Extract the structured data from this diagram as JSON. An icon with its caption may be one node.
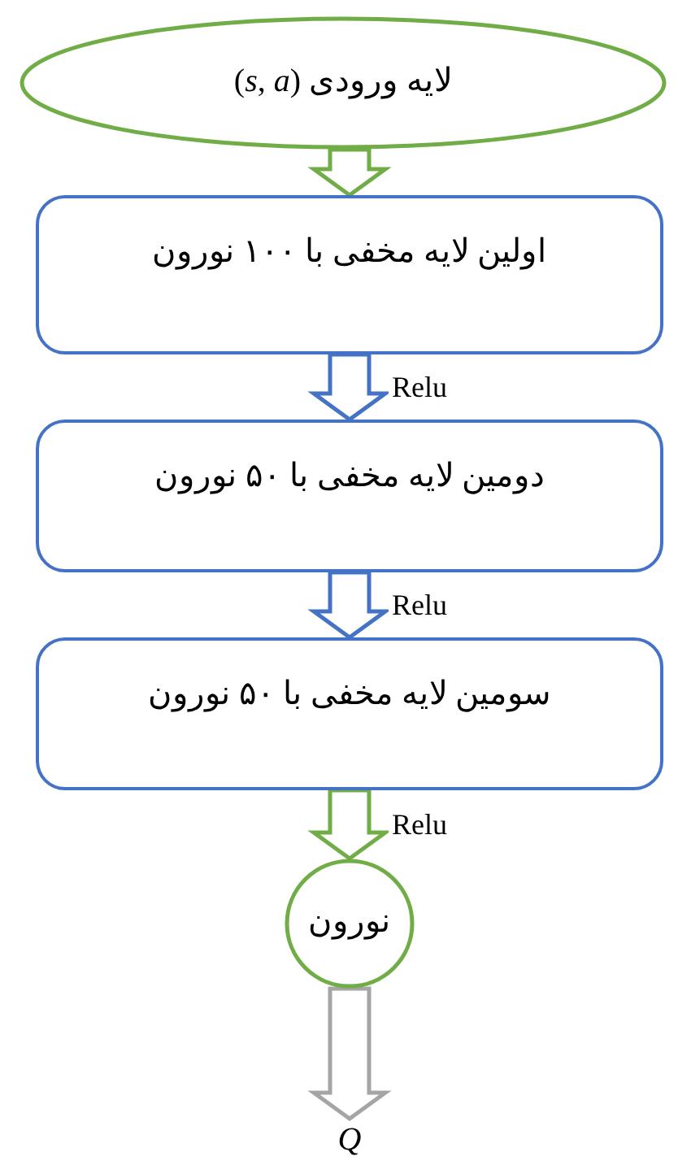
{
  "diagram": {
    "nodes": [
      {
        "text": [
          "لایه ورودی (*s*, *a*)"
        ]
      },
      {
        "text": [
          "اولین لایه مخفی با ۱۰۰ نورون"
        ]
      },
      {
        "text": [
          "دومین لایه مخفی با ۵۰ نورون"
        ]
      },
      {
        "text": [
          "سومین لایه مخفی با ۵۰ نورون"
        ]
      },
      {
        "text": [
          "نورون"
        ]
      },
      {
        "text": [
          "Q"
        ]
      }
    ],
    "edges": [
      {
        "from": 0,
        "to": 1,
        "arrow": "to",
        "color": "#70ad47"
      },
      {
        "from": 1,
        "to": 2,
        "arrow": "to",
        "label": "Relu",
        "color": "#4472c4"
      },
      {
        "from": 2,
        "to": 3,
        "arrow": "to",
        "label": "Relu",
        "color": "#4472c4"
      },
      {
        "from": 3,
        "to": 4,
        "arrow": "to",
        "label": "Relu",
        "color": "#70ad47"
      },
      {
        "from": 4,
        "to": 5,
        "arrow": "to",
        "color": "#a5a5a5"
      }
    ]
  }
}
